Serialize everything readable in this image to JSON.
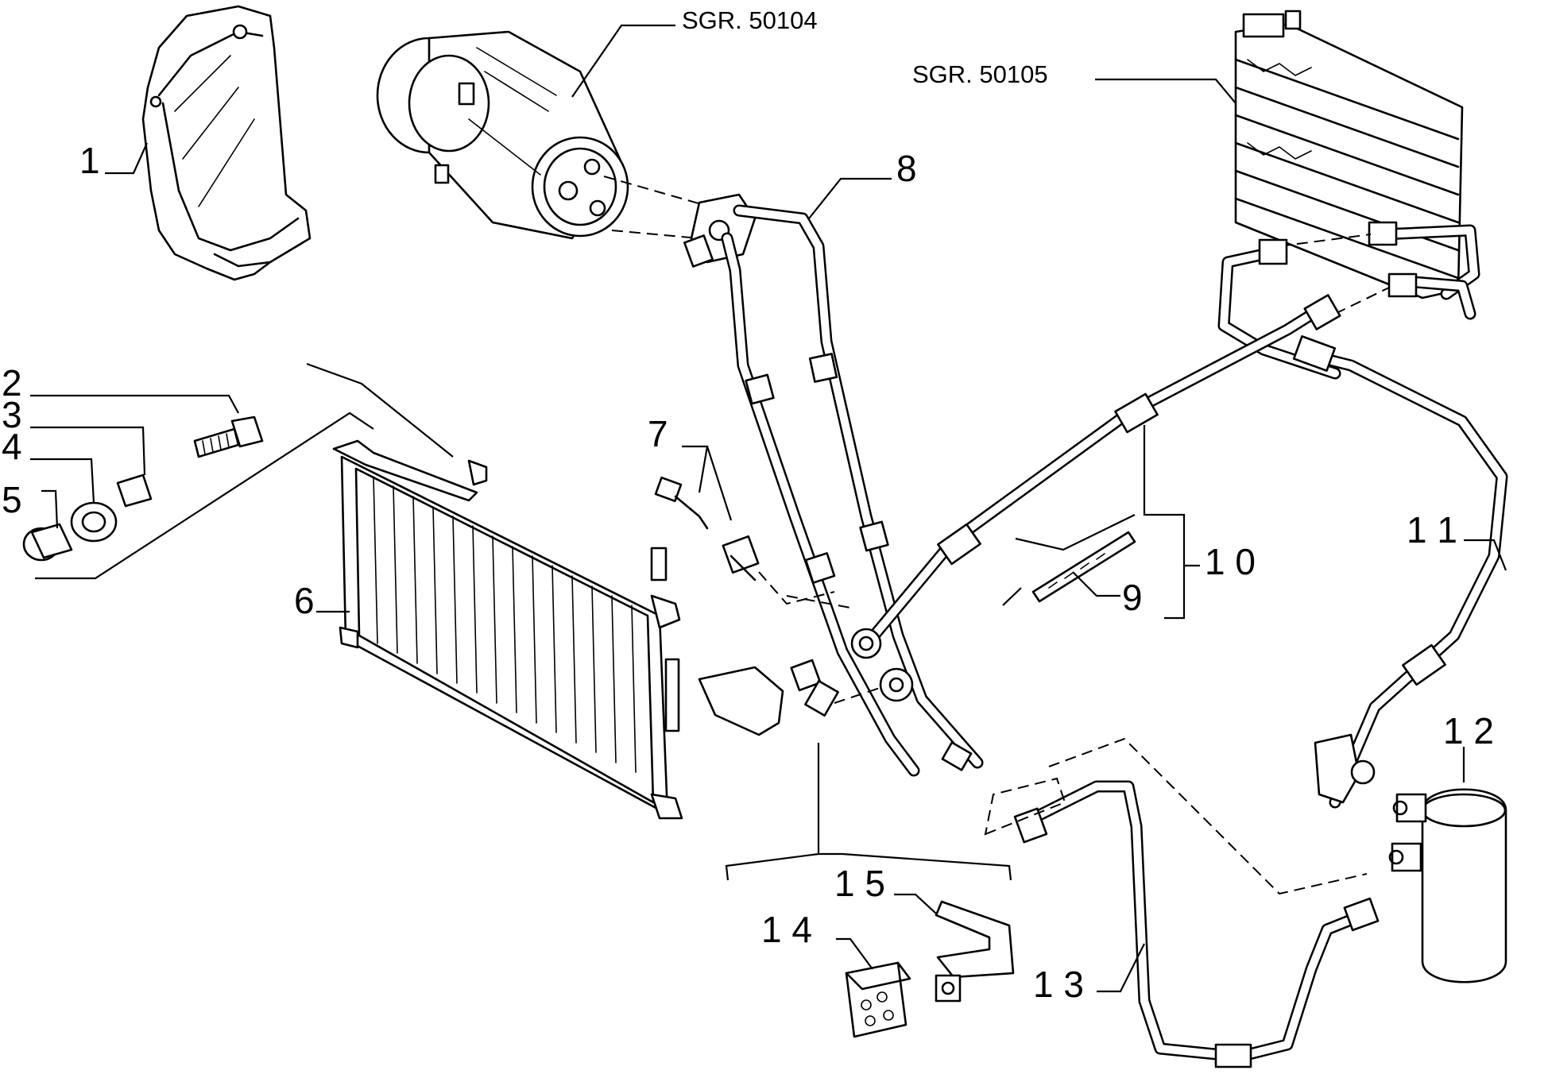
{
  "diagram": {
    "labels": {
      "p1": "1",
      "p2": "2",
      "p3": "3",
      "p4": "4",
      "p5": "5",
      "p6": "6",
      "p7": "7",
      "p8": "8",
      "p9": "9",
      "p10": "1 0",
      "p11": "1 1",
      "p12": "1 2",
      "p13": "1 3",
      "p14": "1 4",
      "p15": "1 5"
    },
    "references": {
      "compressor": "SGR. 50104",
      "evaporator": "SGR. 50105"
    }
  }
}
